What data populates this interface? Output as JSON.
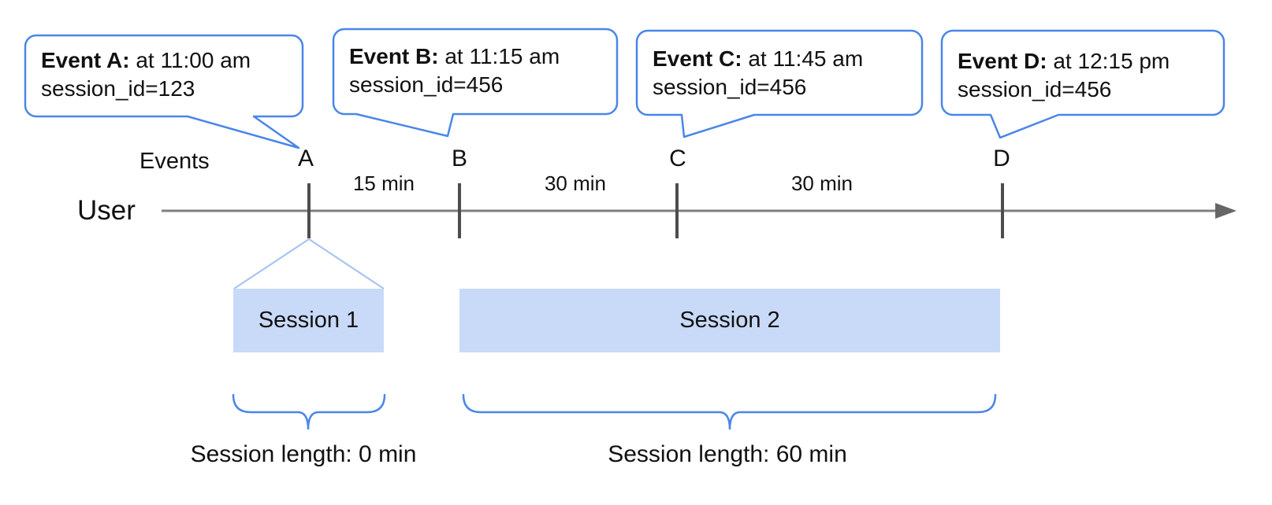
{
  "diagram": {
    "axis": {
      "events_label": "Events",
      "user_label": "User"
    },
    "callouts": [
      {
        "letter": "A",
        "title": "Event A:",
        "time": "at 11:00 am",
        "session_id": "session_id=123"
      },
      {
        "letter": "B",
        "title": "Event B:",
        "time": "at 11:15 am",
        "session_id": "session_id=456"
      },
      {
        "letter": "C",
        "title": "Event C:",
        "time": "at 11:45 am",
        "session_id": "session_id=456"
      },
      {
        "letter": "D",
        "title": "Event D:",
        "time": "at 12:15 pm",
        "session_id": "session_id=456"
      }
    ],
    "intervals": [
      {
        "label": "15 min"
      },
      {
        "label": "30 min"
      },
      {
        "label": "30 min"
      }
    ],
    "sessions": [
      {
        "label": "Session 1",
        "length_label": "Session length: 0 min"
      },
      {
        "label": "Session 2",
        "length_label": "Session length: 60 min"
      }
    ],
    "colors": {
      "accent_blue": "#4a86e8",
      "session_fill": "#c9daf8",
      "funnel_line": "#a4c2f4",
      "timeline_gray": "#7f7f7f",
      "tick_gray": "#4d4d4d"
    }
  }
}
